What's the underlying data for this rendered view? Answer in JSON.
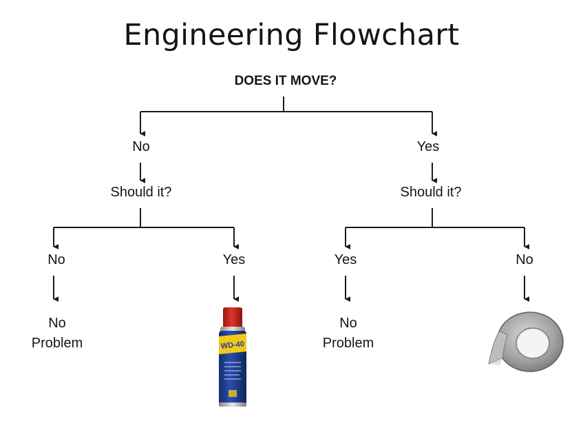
{
  "title": "Engineering Flowchart",
  "root_question": "DOES IT MOVE?",
  "left_branch": {
    "answer": "No",
    "question": "Should it?",
    "left": {
      "answer": "No",
      "result": [
        "No",
        "Problem"
      ]
    },
    "right": {
      "answer": "Yes",
      "result_image": "wd-40-spray-can",
      "image_label": "WD-40"
    }
  },
  "right_branch": {
    "answer": "Yes",
    "question": "Should it?",
    "left": {
      "answer": "Yes",
      "result": [
        "No",
        "Problem"
      ]
    },
    "right": {
      "answer": "No",
      "result_image": "duct-tape-roll"
    }
  },
  "colors": {
    "line": "#1a1a1a",
    "text": "#151515",
    "can_blue": "#1f3f9a",
    "can_yellow": "#f2c81e",
    "can_red": "#d9261c",
    "tape_gray": "#9a9a9a"
  }
}
